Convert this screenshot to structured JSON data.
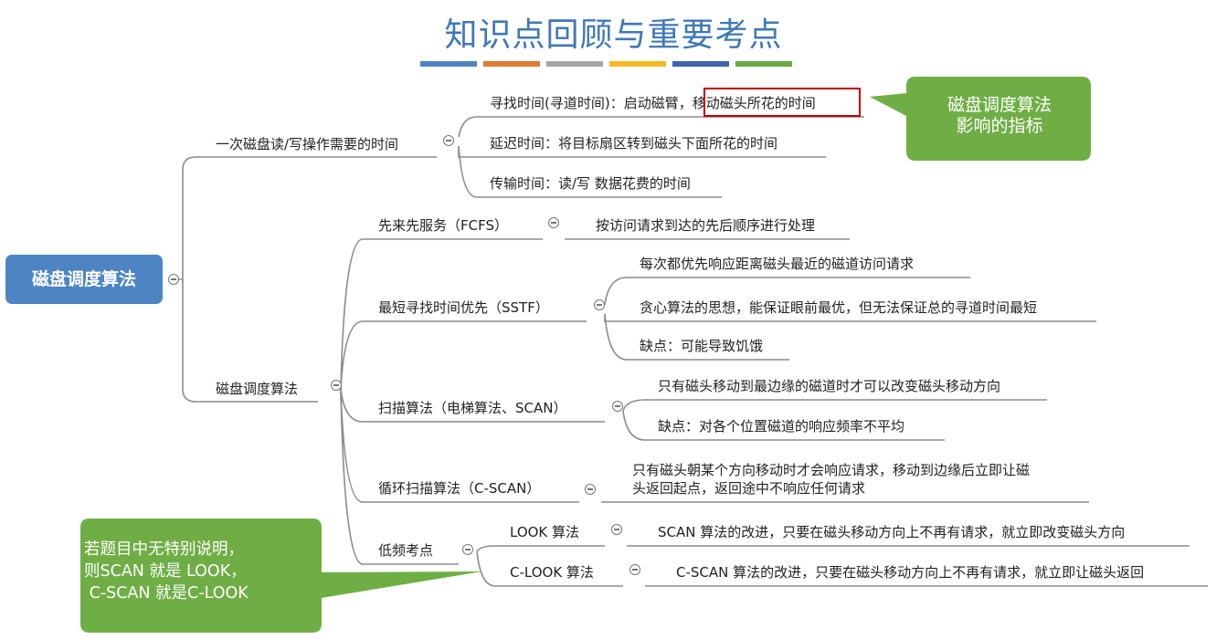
{
  "title": "知识点回顾与重要考点",
  "colors": {
    "title": "#3e78b8",
    "root_fill": "#4d84c4",
    "callout_fill": "#6fae45",
    "highlight_border": "#c00000",
    "bars": [
      "#4d84c4",
      "#df7b35",
      "#a5a5a5",
      "#f6b923",
      "#3c64ae",
      "#6aab47"
    ]
  },
  "root": {
    "label": "磁盘调度算法"
  },
  "branch_time": {
    "label": "一次磁盘读/写操作需要的时间",
    "seek_prefix": "寻找时间(寻道时间)：启动磁臂，",
    "seek_highlight": "移动磁头所花的时间",
    "latency": "延迟时间：将目标扇区转到磁头下面所花的时间",
    "transfer": "传输时间：读/写 数据花费的时间"
  },
  "branch_algorithms": {
    "label": "磁盘调度算法",
    "fcfs": {
      "label": "先来先服务（FCFS）",
      "details": [
        "按访问请求到达的先后顺序进行处理"
      ]
    },
    "sstf": {
      "label": "最短寻找时间优先（SSTF）",
      "details": [
        "每次都优先响应距离磁头最近的磁道访问请求",
        "贪心算法的思想，能保证眼前最优，但无法保证总的寻道时间最短",
        "缺点：可能导致饥饿"
      ]
    },
    "scan": {
      "label": "扫描算法（电梯算法、SCAN）",
      "details": [
        "只有磁头移动到最边缘的磁道时才可以改变磁头移动方向",
        "缺点：对各个位置磁道的响应频率不平均"
      ]
    },
    "cscan": {
      "label": "循环扫描算法（C-SCAN）",
      "details": [
        "只有磁头朝某个方向移动时才会响应请求，移动到边缘后立即让磁",
        "头返回起点，返回途中不响应任何请求"
      ]
    },
    "low_freq": {
      "label": "低频考点",
      "look": {
        "label": "LOOK 算法",
        "detail": "SCAN 算法的改进，只要在磁头移动方向上不再有请求，就立即改变磁头方向"
      },
      "clook": {
        "label": "C-LOOK 算法",
        "detail": "C-SCAN 算法的改进，只要在磁头移动方向上不再有请求，就立即让磁头返回"
      }
    }
  },
  "callout_right": [
    "磁盘调度算法",
    "影响的指标"
  ],
  "callout_left": [
    "若题目中无特别说明，",
    "则SCAN 就是 LOOK，",
    " C-SCAN 就是C-LOOK"
  ]
}
